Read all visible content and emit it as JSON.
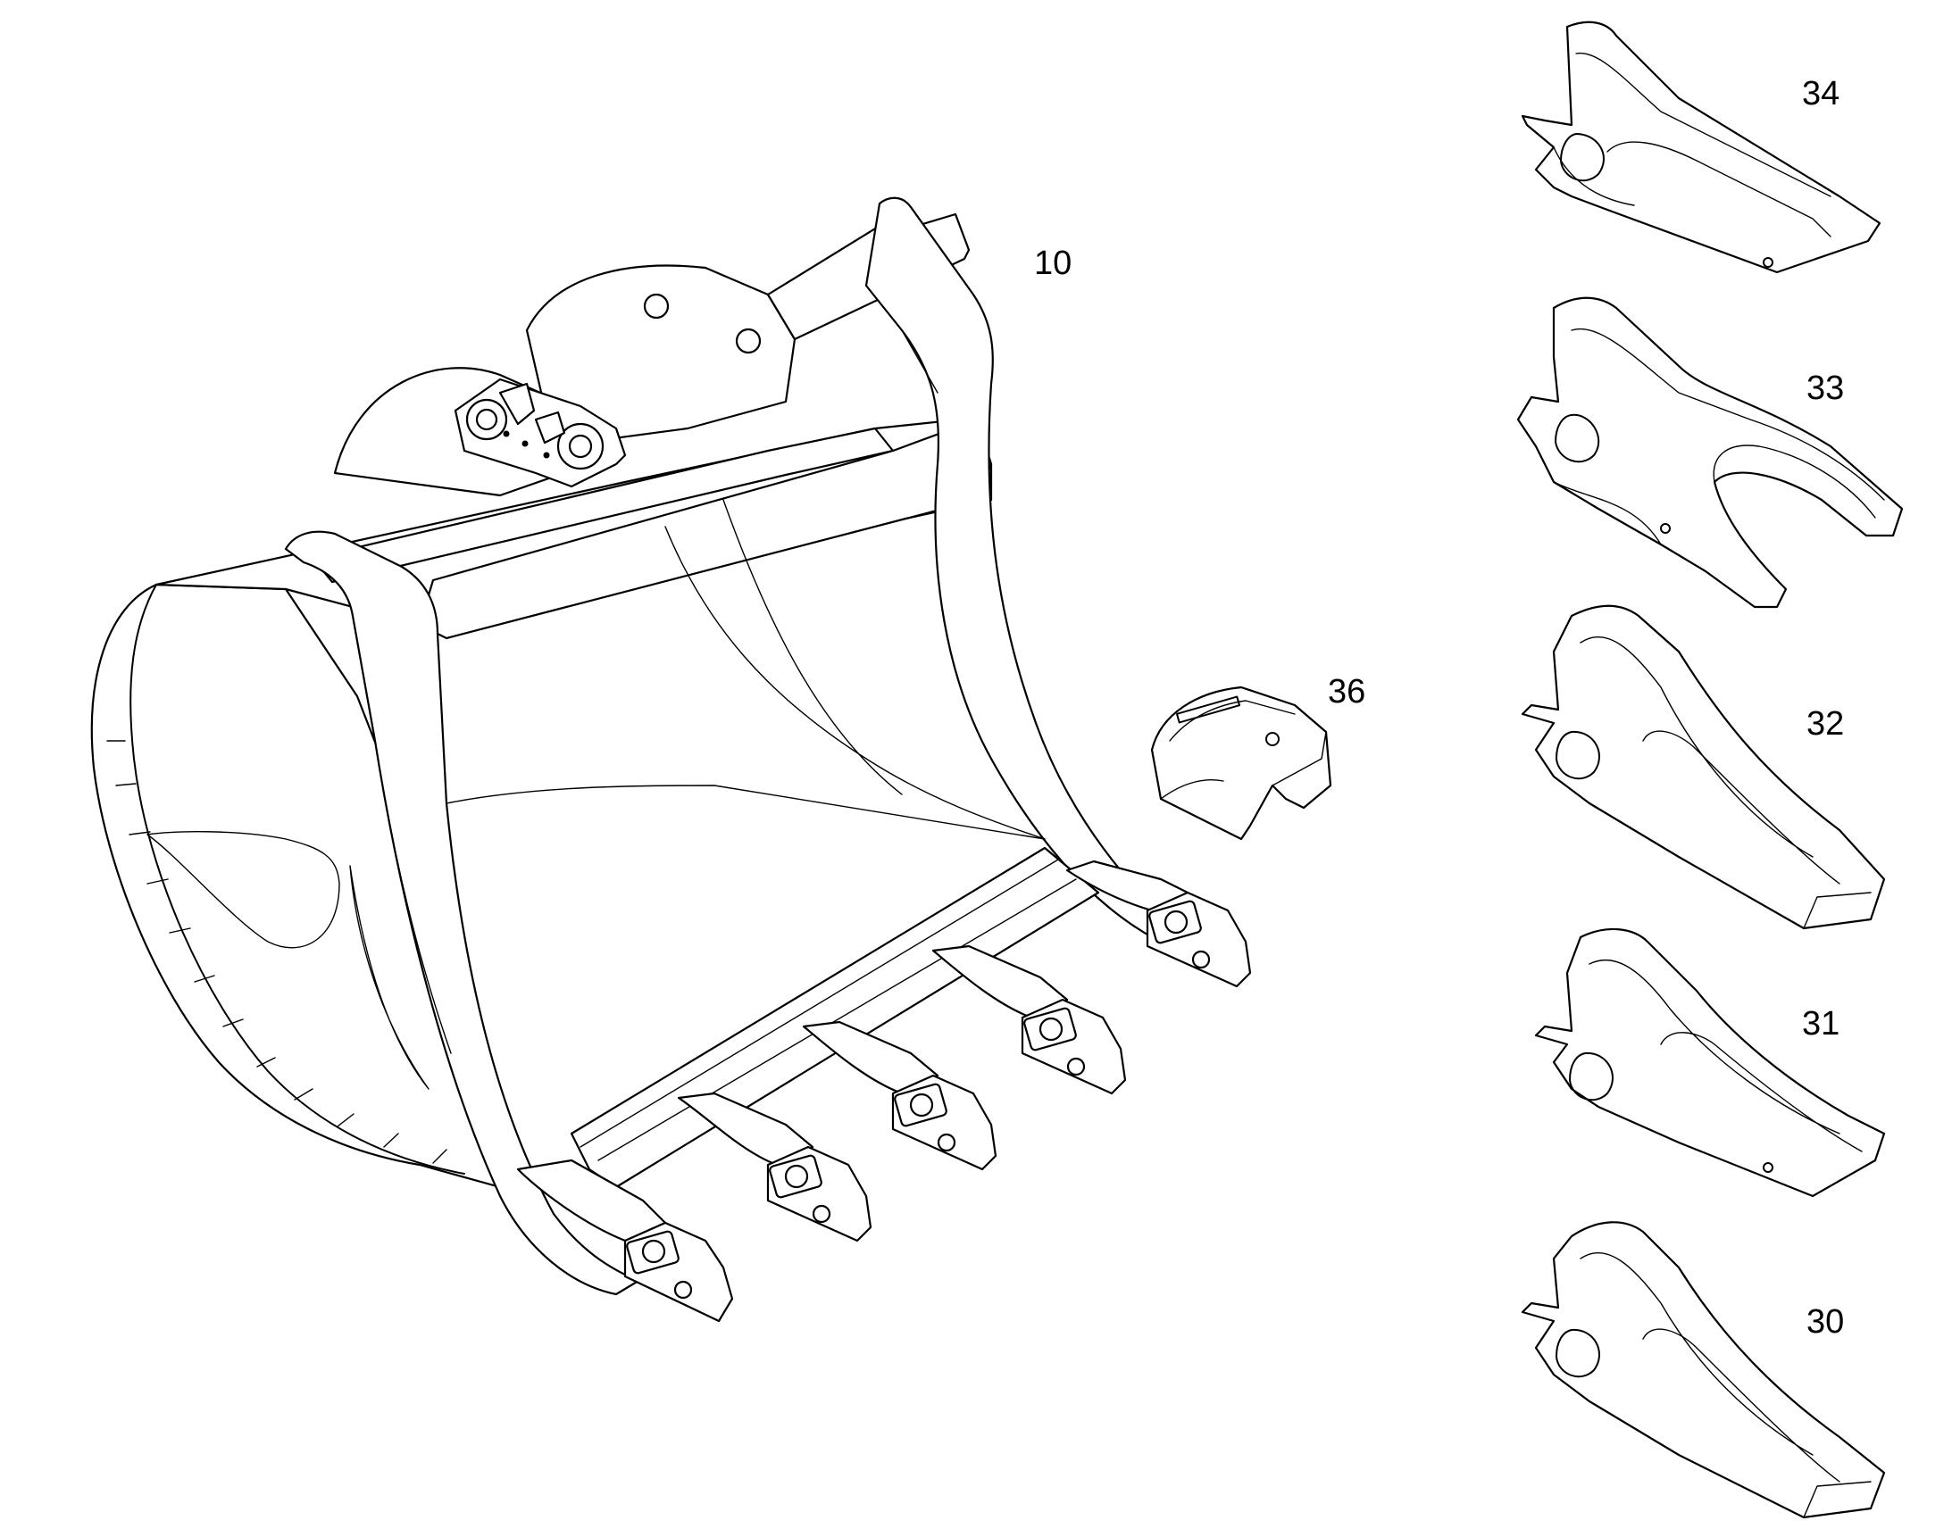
{
  "diagram": {
    "background": "#ffffff",
    "line_color": "#000000",
    "parts": [
      {
        "id": "bucket",
        "label": "10"
      },
      {
        "id": "cover",
        "label": "36"
      },
      {
        "id": "tooth-34",
        "label": "34"
      },
      {
        "id": "tooth-33",
        "label": "33"
      },
      {
        "id": "tooth-32",
        "label": "32"
      },
      {
        "id": "tooth-31",
        "label": "31"
      },
      {
        "id": "tooth-30",
        "label": "30"
      }
    ]
  }
}
